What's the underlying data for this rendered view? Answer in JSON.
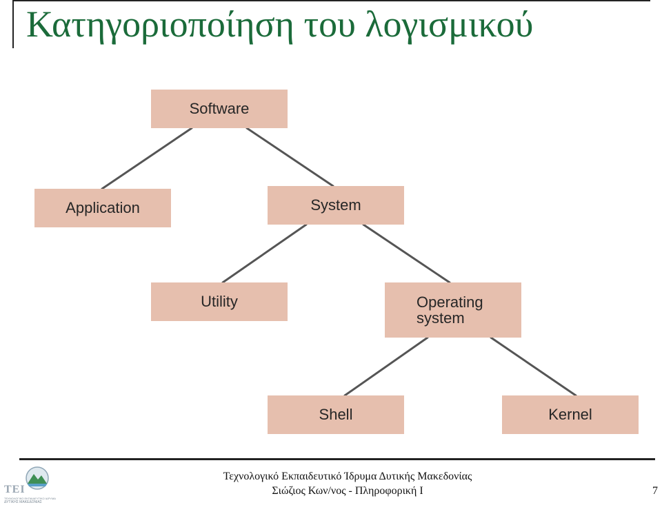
{
  "slide": {
    "title": "Κατηγοριοποίηση του λογισμικού"
  },
  "diagram": {
    "nodes": {
      "software": "Software",
      "application": "Application",
      "system": "System",
      "utility": "Utility",
      "operating_system": "Operating\nsystem",
      "shell": "Shell",
      "kernel": "Kernel"
    },
    "edges": [
      [
        "Software",
        "Application"
      ],
      [
        "Software",
        "System"
      ],
      [
        "System",
        "Utility"
      ],
      [
        "System",
        "Operating system"
      ],
      [
        "Operating system",
        "Shell"
      ],
      [
        "Operating system",
        "Kernel"
      ]
    ],
    "colors": {
      "node_fill": "#e6bfae",
      "connector": "#555555",
      "title": "#1b6b3a"
    }
  },
  "footer": {
    "line1": "Τεχνολογικό Εκπαιδευτικό Ίδρυμα Δυτικής Μακεδονίας",
    "line2": "Σιώζιος Κων/νος - Πληροφορική Ι",
    "page_number": "7",
    "logo": {
      "text": "TEI",
      "sub1": "ΤΕΧΝΟΛΟΓΙΚΟ ΕΚΠΑΙΔΕΥΤΙΚΟ ΙΔΡΥΜΑ",
      "sub2": "ΔΥΤΙΚΗΣ ΜΑΚΕΔΟΝΙΑΣ"
    }
  }
}
